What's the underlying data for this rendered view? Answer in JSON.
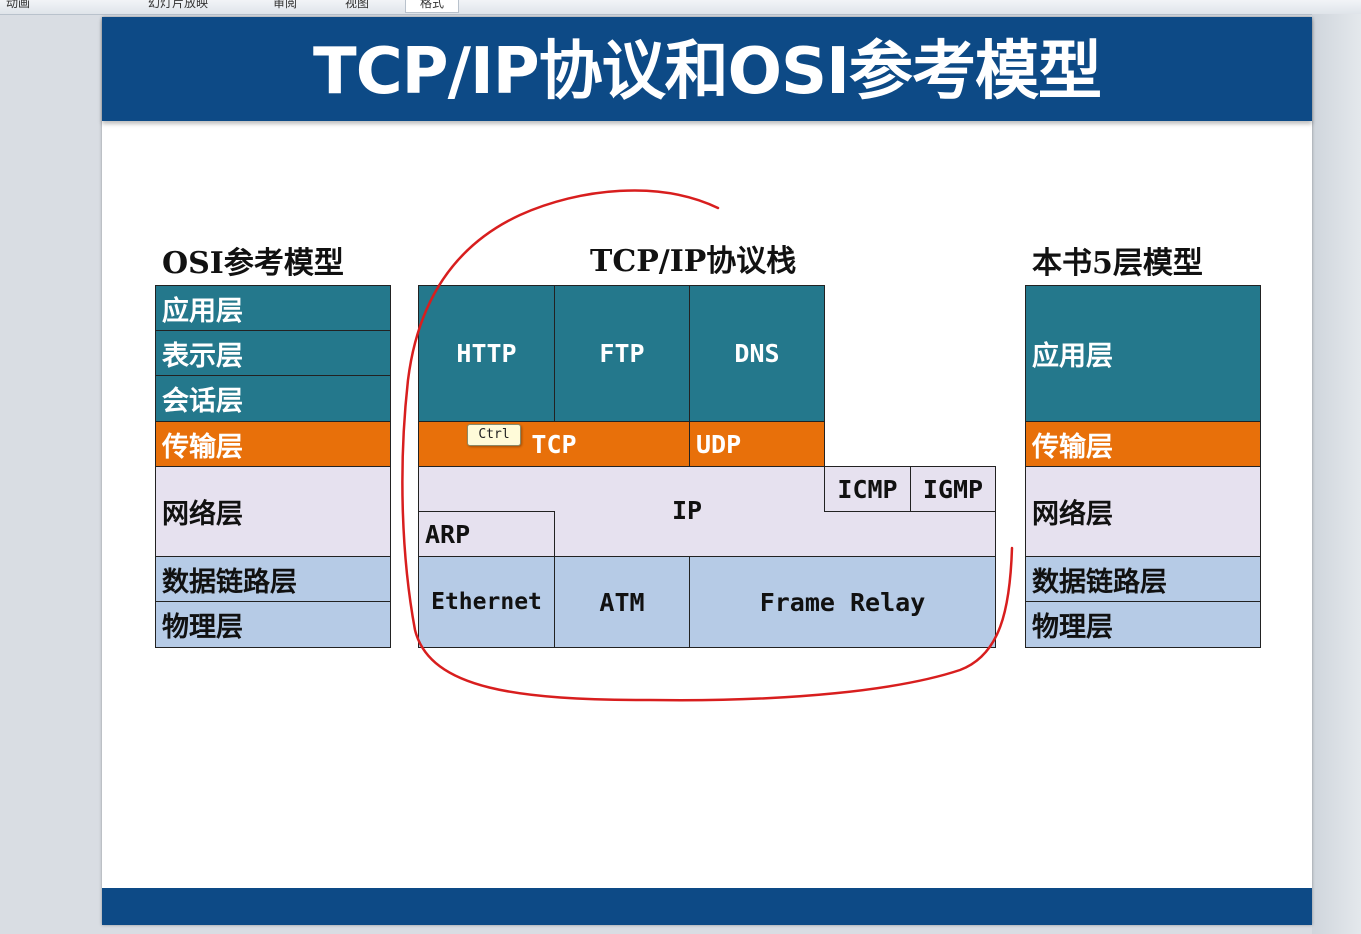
{
  "ribbon": {
    "tabs": [
      "动画",
      "幻灯片放映",
      "审阅",
      "视图",
      "格式"
    ]
  },
  "slide": {
    "title": "TCP/IP协议和OSI参考模型",
    "osi": {
      "heading": "OSI参考模型",
      "layers": [
        "应用层",
        "表示层",
        "会话层",
        "传输层",
        "网络层",
        "数据链路层",
        "物理层"
      ]
    },
    "tcpip": {
      "heading": "TCP/IP协议栈",
      "app": [
        "HTTP",
        "FTP",
        "DNS"
      ],
      "transport": [
        "TCP",
        "UDP"
      ],
      "network": {
        "ip": "IP",
        "icmp": "ICMP",
        "igmp": "IGMP",
        "arp": "ARP"
      },
      "link": [
        "Ethernet",
        "ATM",
        "Frame Relay"
      ]
    },
    "five": {
      "heading": "本书5层模型",
      "layers": [
        "应用层",
        "传输层",
        "网络层",
        "数据链路层",
        "物理层"
      ]
    }
  },
  "tooltip": {
    "ctrl": "Ctrl"
  },
  "colors": {
    "title_bar": "#0d4a86",
    "application": "#24788c",
    "transport": "#e8700a",
    "network": "#e6e1ef",
    "link": "#b6cbe6",
    "annotation": "#d81e1e"
  }
}
